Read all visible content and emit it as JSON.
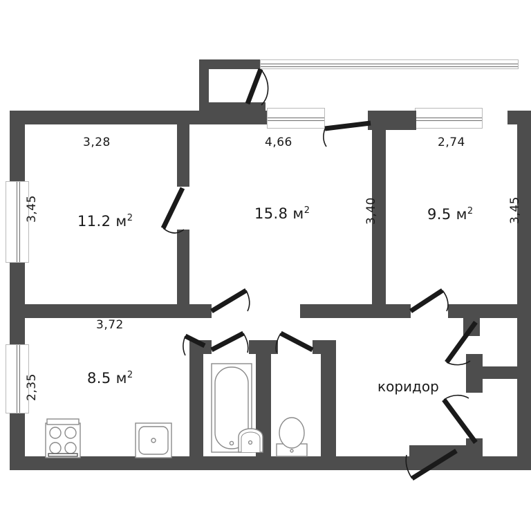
{
  "plan": {
    "title": "Floor plan",
    "unit_suffix": "м",
    "wall_color": "#4d4d4d",
    "floor_color": "#ffffff",
    "text_color": "#1a1a1a"
  },
  "rooms": [
    {
      "key": "room_11_2",
      "name": "living-room-11-2",
      "area": "11.2 м",
      "sup": "2",
      "dims": {
        "top": "3,28",
        "left": "3,45"
      }
    },
    {
      "key": "room_15_8",
      "name": "living-room-15-8",
      "area": "15.8 м",
      "sup": "2",
      "dims": {
        "top": "4,66",
        "right": "3,40"
      }
    },
    {
      "key": "room_9_5",
      "name": "living-room-9-5",
      "area": "9.5 м",
      "sup": "2",
      "dims": {
        "top": "2,74",
        "right": "3,45"
      }
    },
    {
      "key": "kitchen_8_5",
      "name": "kitchen-8-5",
      "area": "8.5 м",
      "sup": "2",
      "dims": {
        "top": "3,72",
        "left": "2,35"
      }
    },
    {
      "key": "corridor",
      "name": "corridor",
      "area": "коридор",
      "sup": ""
    }
  ],
  "dimensions": {
    "top_room1": "3,28",
    "top_room2": "4,66",
    "top_room3": "2,74",
    "left_room1": "3,45",
    "mid_vertical": "3,40",
    "right_vertical": "3,45",
    "kitchen_top": "3,72",
    "kitchen_left": "2,35"
  },
  "areas": {
    "room1": "11.2 м",
    "room2": "15.8 м",
    "room3": "9.5 м",
    "kitchen": "8.5 м",
    "corridor": "коридор",
    "sup": "2"
  },
  "fixtures": [
    {
      "name": "stove-icon",
      "label": "stove"
    },
    {
      "name": "kitchen-sink-icon",
      "label": "sink"
    },
    {
      "name": "bathtub-icon",
      "label": "bathtub"
    },
    {
      "name": "washbasin-icon",
      "label": "washbasin"
    },
    {
      "name": "toilet-icon",
      "label": "toilet"
    }
  ],
  "openings": {
    "windows": [
      {
        "name": "window-left-upper"
      },
      {
        "name": "window-left-lower"
      },
      {
        "name": "window-room2-top"
      },
      {
        "name": "window-room3-top"
      },
      {
        "name": "balcony-glazing"
      }
    ],
    "doors": [
      {
        "name": "door-balcony"
      },
      {
        "name": "door-room1"
      },
      {
        "name": "door-room2"
      },
      {
        "name": "door-room3"
      },
      {
        "name": "door-kitchen"
      },
      {
        "name": "door-bathroom"
      },
      {
        "name": "door-toilet"
      },
      {
        "name": "door-closet-upper"
      },
      {
        "name": "door-closet-lower"
      },
      {
        "name": "door-entrance"
      }
    ]
  }
}
